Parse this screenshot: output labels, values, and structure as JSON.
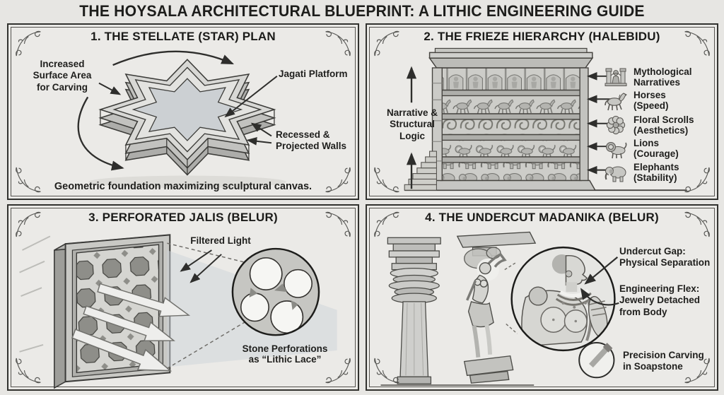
{
  "title": "THE HOYSALA ARCHITECTURAL BLUEPRINT: A LITHIC ENGINEERING GUIDE",
  "colors": {
    "ink": "#20201e",
    "paper": "#e7e6e3",
    "panel_bg": "#ebeae7",
    "frame_border": "#32322f",
    "stone_light": "#d8d8d5",
    "stone_mid": "#c2c2bf",
    "stone_dark": "#adadaa",
    "light_beam": "#cdd3da"
  },
  "panels": {
    "stellate": {
      "heading": "1. THE STELLATE (STAR) PLAN",
      "label_surface": "Increased\nSurface Area\nfor Carving",
      "label_jagati": "Jagati Platform",
      "label_walls": "Recessed &\nProjected Walls",
      "caption": "Geometric foundation maximizing sculptural canvas."
    },
    "frieze": {
      "heading": "2. THE FRIEZE HIERARCHY (HALEBIDU)",
      "axis_label": "Narrative &\nStructural\nLogic",
      "items": [
        {
          "icon": "deity-shrine-icon",
          "text": "Mythological\nNarratives"
        },
        {
          "icon": "horse-icon",
          "text": "Horses\n(Speed)"
        },
        {
          "icon": "floral-rosette-icon",
          "text": "Floral Scrolls\n(Aesthetics)"
        },
        {
          "icon": "lion-icon",
          "text": "Lions\n(Courage)"
        },
        {
          "icon": "elephant-icon",
          "text": "Elephants\n(Stability)"
        }
      ]
    },
    "jalis": {
      "heading": "3. PERFORATED JALIS (BELUR)",
      "label_light": "Filtered Light",
      "caption": "Stone Perforations\nas “Lithic Lace”"
    },
    "madanika": {
      "heading": "4. THE UNDERCUT MADANIKA (BELUR)",
      "label_gap": "Undercut Gap:\nPhysical Separation",
      "label_flex": "Engineering Flex:\nJewelry Detached\nfrom Body",
      "label_carving": "Precision Carving\nin Soapstone"
    }
  }
}
